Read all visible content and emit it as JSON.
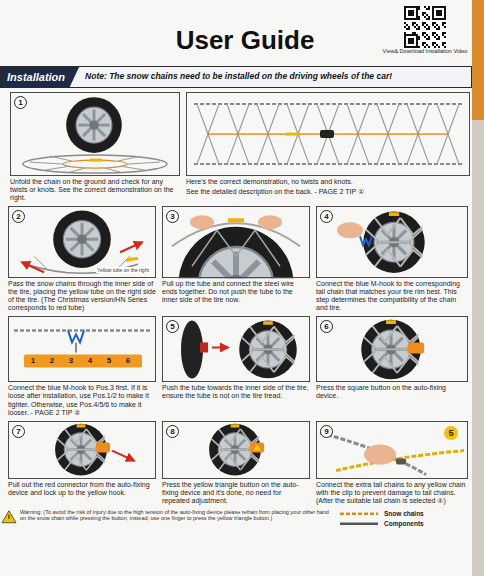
{
  "diagram": {
    "title": "User Guide",
    "nodes": [
      {
        "text": [
          "Installation",
          "Note: The snow chains need to be installed on the driving wheels of the car!"
        ]
      },
      {
        "text": [
          "1",
          "Unfold the chain on the ground and check for any twists or knots. See the correct demonstration on the right."
        ]
      },
      {
        "text": [
          "Here's the correct demonstration, no twists and knots.",
          "See the detailed description on the back. - PAGE 2 TIP ①"
        ]
      },
      {
        "text": [
          "2",
          "Pass the snow chains through the inner side of the tire, placing the yellow tube on the right side of the tire. (The Christmas version/HN Series corresponds to red tube)"
        ]
      },
      {
        "text": [
          "3",
          "Pull up the tube and connect the steel wire ends together. Do not push the tube to the inner side of the tire now."
        ]
      },
      {
        "text": [
          "4",
          "Connect the blue M-hook to the corresponding tail chain that matches your tire rim best. This step determines the compatibility of the chain and tire."
        ]
      },
      {
        "text": [
          "Connect the blue M-hook to Pos.3 first. If it is loose after installation, use Pos.1/2 to make it tighter. Otherwise, use Pos.4/5/6 to make it looser. - PAGE 2 TIP ②"
        ]
      },
      {
        "text": [
          "5",
          "Push the tube towards the inner side of the tire, ensure the tube is not on the tire tread."
        ]
      },
      {
        "text": [
          "6",
          "Press the square button on the auto-fixing device."
        ]
      },
      {
        "text": [
          "7",
          "Pull out the red connector from the auto-fixing device and lock up to the yellow hook."
        ]
      },
      {
        "text": [
          "8",
          "Press the yellow triangle button on the auto-fixing device and it's done, no need for repeated adjustment."
        ]
      },
      {
        "text": [
          "9",
          "Connect the extra tail chains to any yellow chain with the clip to prevent damage to tail chains. (After the suitable tail chain is selected ④)"
        ]
      }
    ],
    "labels": [
      "View& Download Installation Video",
      "Yellow tube on the right",
      "1",
      "2",
      "3",
      "4",
      "5",
      "6",
      "5",
      "Warning: (To avoid the risk of injury due to the high tension of the auto-fixing device please refrain from placing your other hand on the snow chain while pressing the button, instead, use one finger to press the yellow triangle button.)",
      "Snow chains",
      "Components"
    ]
  }
}
